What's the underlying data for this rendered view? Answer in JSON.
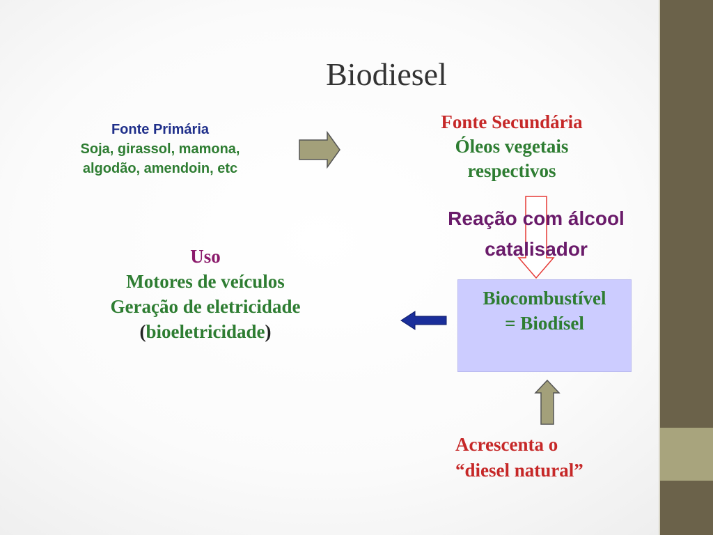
{
  "title": "Biodiesel",
  "primary": {
    "heading": "Fonte Primária",
    "body": "Soja,  girassol, mamona,\nalgodão, amendoin, etc"
  },
  "secondary": {
    "heading": "Fonte Secundária",
    "body": "Óleos vegetais\nrespectivos"
  },
  "reaction": "Reação com álcool\ncatalisador",
  "uso": {
    "heading": "Uso",
    "line1": "Motores de veículos",
    "line2": "Geração de eletricidade",
    "line3_open": "(",
    "line3_word": "bioeletricidade",
    "line3_close": ")"
  },
  "product": "Biocombustível\n= Biodísel",
  "addition": "Acrescenta o\n“diesel natural”",
  "colors": {
    "sidebar": "#6b624a",
    "sidebar_accent": "#a8a47d",
    "box_fill": "#ccccff",
    "arrow_khaki": "#a3a07a",
    "arrow_blue": "#1a2e9a",
    "arrow_outline_red": "#e53935"
  }
}
